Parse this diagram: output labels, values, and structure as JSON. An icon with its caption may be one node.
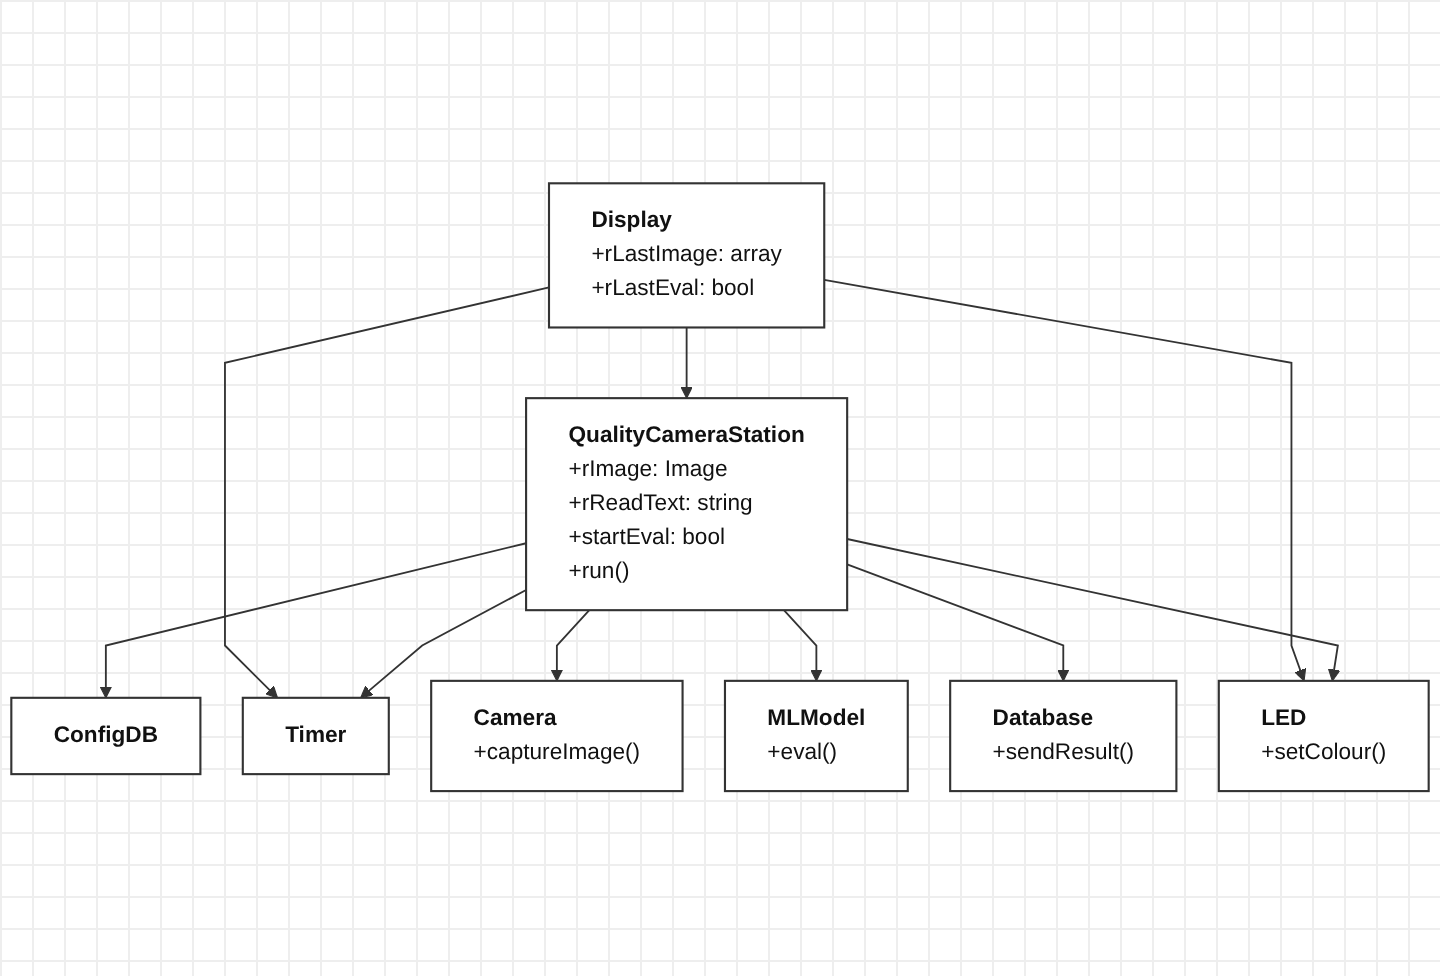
{
  "diagram": {
    "nodes": [
      {
        "text": [
          "Display",
          "+rLastImage: array",
          "+rLastEval: bool"
        ]
      },
      {
        "text": [
          "QualityCameraStation",
          "+rImage: Image",
          "+rReadText: string",
          "+startEval: bool",
          "+run()"
        ]
      },
      {
        "text": [
          "ConfigDB"
        ]
      },
      {
        "text": [
          "Timer"
        ]
      },
      {
        "text": [
          "Camera",
          "+captureImage()"
        ]
      },
      {
        "text": [
          "MLModel",
          "+eval()"
        ]
      },
      {
        "text": [
          "Database",
          "+sendResult()"
        ]
      },
      {
        "text": [
          "LED",
          "+setColour()"
        ]
      }
    ],
    "edges": [
      {
        "from": 0,
        "to": 1,
        "arrow": "to"
      },
      {
        "from": 0,
        "to": 3,
        "arrow": "to"
      },
      {
        "from": 0,
        "to": 7,
        "arrow": "to"
      },
      {
        "from": 1,
        "to": 2,
        "arrow": "to"
      },
      {
        "from": 1,
        "to": 3,
        "arrow": "to"
      },
      {
        "from": 1,
        "to": 4,
        "arrow": "to"
      },
      {
        "from": 1,
        "to": 5,
        "arrow": "to"
      },
      {
        "from": 1,
        "to": 6,
        "arrow": "to"
      },
      {
        "from": 1,
        "to": 7,
        "arrow": "to"
      }
    ]
  }
}
